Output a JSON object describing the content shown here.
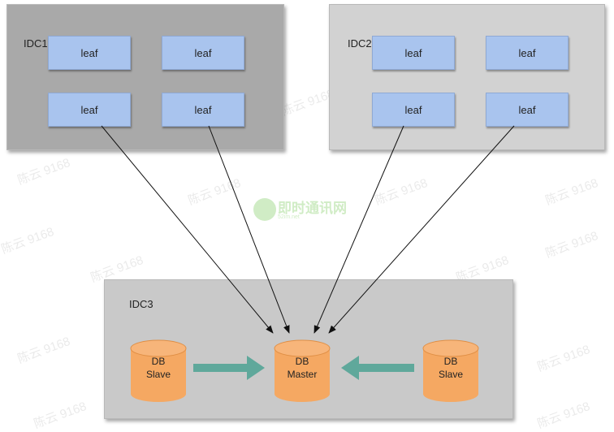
{
  "idc1": {
    "label": "IDC1",
    "leaves": [
      "leaf",
      "leaf",
      "leaf",
      "leaf"
    ]
  },
  "idc2": {
    "label": "IDC2",
    "leaves": [
      "leaf",
      "leaf",
      "leaf",
      "leaf"
    ]
  },
  "idc3": {
    "label": "IDC3",
    "slave_left": {
      "line1": "DB",
      "line2": "Slave"
    },
    "master": {
      "line1": "DB",
      "line2": "Master"
    },
    "slave_right": {
      "line1": "DB",
      "line2": "Slave"
    }
  },
  "watermark": {
    "text": "陈云 9168"
  },
  "logo": {
    "main": "即时通讯网",
    "sub": "52im.net"
  },
  "colors": {
    "leaf": "#a9c4ee",
    "db": "#f5a862",
    "replication_arrow": "#5fa89b",
    "idc1_bg": "#a9a9a9",
    "idc2_bg": "#d2d2d2",
    "idc3_bg": "#c9c9c9"
  }
}
